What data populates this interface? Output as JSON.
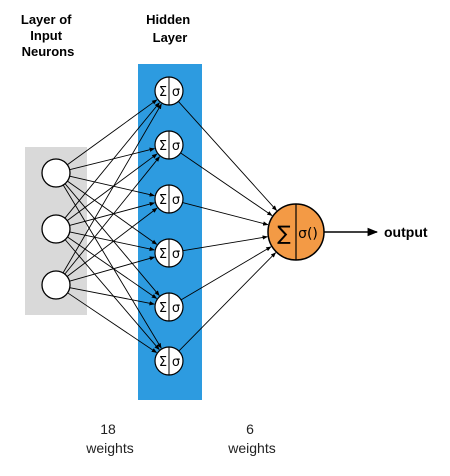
{
  "labels": {
    "input_layer": [
      "Layer of",
      "Input",
      "Neurons"
    ],
    "hidden_layer": [
      "Hidden",
      "Layer"
    ],
    "output": "output",
    "weights_left": [
      "18",
      "weights"
    ],
    "weights_right": [
      "6",
      "weights"
    ]
  },
  "hidden_node": {
    "sum_symbol": "Σ",
    "activation": "σ"
  },
  "output_node": {
    "sum_symbol": "∑",
    "activation": "σ()"
  },
  "colors": {
    "input_band": "#d9d9d9",
    "hidden_band": "#2d9be0",
    "output_node": "#f39a45",
    "node_fill": "#ffffff",
    "stroke": "#000000"
  },
  "network": {
    "inputs": 3,
    "hidden": 6,
    "outputs": 1
  }
}
